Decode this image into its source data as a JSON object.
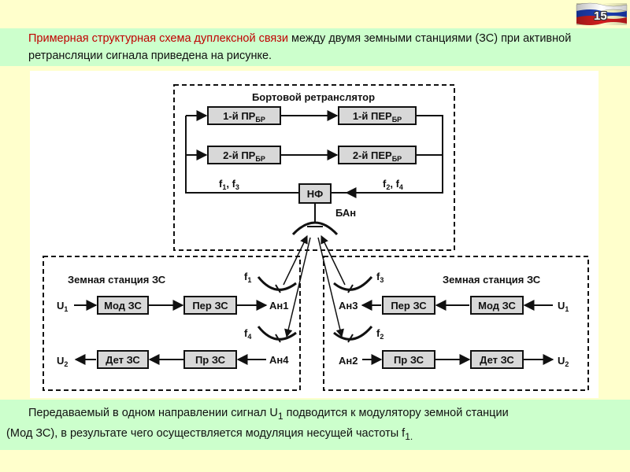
{
  "slide": {
    "number": "15"
  },
  "top_text": {
    "highlight": "Примерная структурная схема дуплексной связи",
    "rest": " между двумя земными станциями (ЗС) при активной ретрансляции сигнала приведена на рисунке."
  },
  "bottom_text": {
    "line1_a": "Передаваемый в одном направлении сигнал U",
    "line1_sub": "1",
    "line1_b": " подводится к модулятору земной станции",
    "line2_a": "(Мод ЗС), в результате чего осуществляется модуляция несущей частоты f",
    "line2_sub": "1."
  },
  "diagram": {
    "repeater": {
      "title": "Бортовой ретранслятор",
      "pr1": {
        "main": "1-й ПР",
        "sub": "БР"
      },
      "per1": {
        "main": "1-й ПЕР",
        "sub": "БР"
      },
      "pr2": {
        "main": "2-й ПР",
        "sub": "БР"
      },
      "per2": {
        "main": "2-й ПЕР",
        "sub": "БР"
      },
      "nf": "НФ",
      "ban": "БАн",
      "f_left": {
        "a": "f",
        "s1": "1",
        "comma": ", f",
        "s2": "3"
      },
      "f_right": {
        "a": "f",
        "s1": "2",
        "comma": ", f",
        "s2": "4"
      }
    },
    "left_station": {
      "title": "Земная станция ЗС",
      "u1": {
        "main": "U",
        "sub": "1"
      },
      "u2": {
        "main": "U",
        "sub": "2"
      },
      "mod": "Мод ЗС",
      "per": "Пер ЗС",
      "det": "Дет ЗС",
      "pr": "Пр ЗС",
      "an1": "Ан1",
      "an4": "Ан4",
      "f1": {
        "main": "f",
        "sub": "1"
      },
      "f4": {
        "main": "f",
        "sub": "4"
      }
    },
    "right_station": {
      "title": "Земная станция ЗС",
      "u1": {
        "main": "U",
        "sub": "1"
      },
      "u2": {
        "main": "U",
        "sub": "2"
      },
      "mod": "Мод ЗС",
      "per": "Пер ЗС",
      "det": "Дет ЗС",
      "pr": "Пр ЗС",
      "an3": "Ан3",
      "an2": "Ан2",
      "f3": {
        "main": "f",
        "sub": "3"
      },
      "f2": {
        "main": "f",
        "sub": "2"
      }
    }
  }
}
